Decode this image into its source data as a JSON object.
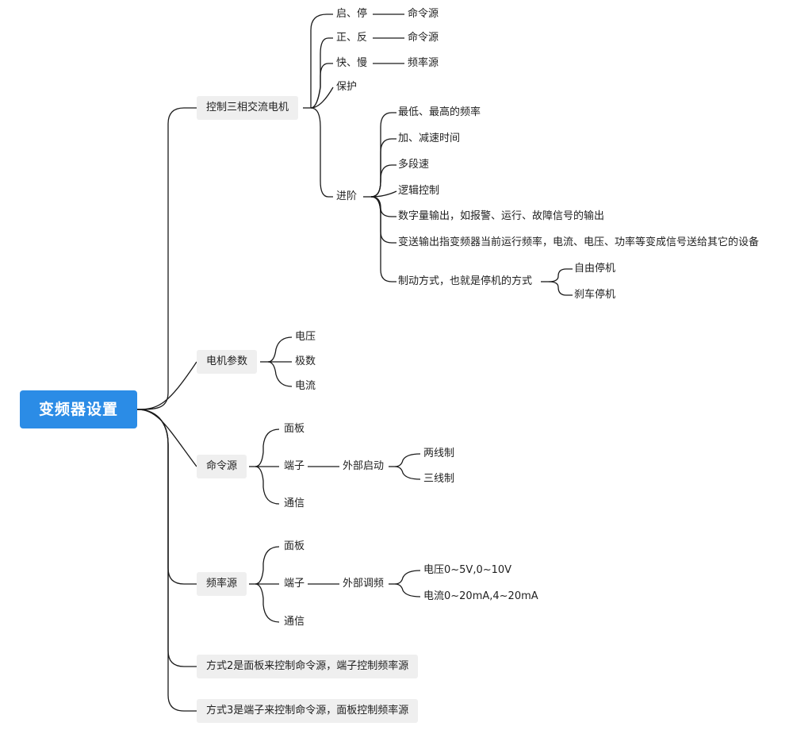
{
  "root": "变频器设置",
  "motor_control": {
    "label": "控制三相交流电机",
    "items": {
      "start_stop": "启、停",
      "start_stop_target": "命令源",
      "fwd_rev": "正、反",
      "fwd_rev_target": "命令源",
      "fast_slow": "快、慢",
      "fast_slow_target": "频率源",
      "protect": "保护",
      "advanced": "进阶"
    },
    "advanced_items": [
      "最低、最高的频率",
      "加、减速时间",
      "多段速",
      "逻辑控制",
      "数字量输出，如报警、运行、故障信号的输出",
      "变送输出指变频器当前运行频率，电流、电压、功率等变成信号送给其它的设备",
      "制动方式，也就是停机的方式"
    ],
    "brake_items": [
      "自由停机",
      "刹车停机"
    ]
  },
  "motor_params": {
    "label": "电机参数",
    "items": [
      "电压",
      "极数",
      "电流"
    ]
  },
  "command_source": {
    "label": "命令源",
    "panel": "面板",
    "terminal": "端子",
    "comm": "通信",
    "external": "外部启动",
    "wire_modes": [
      "两线制",
      "三线制"
    ]
  },
  "freq_source": {
    "label": "频率源",
    "panel": "面板",
    "terminal": "端子",
    "comm": "通信",
    "external": "外部调频",
    "signals": [
      "电压0~5V,0~10V",
      "电流0~20mA,4~20mA"
    ]
  },
  "mode2": "方式2是面板来控制命令源，端子控制频率源",
  "mode3": "方式3是端子来控制命令源，面板控制频率源",
  "colors": {
    "root_bg": "#2b8ce6",
    "box_bg": "#efefef",
    "line": "#1a1a1a"
  }
}
